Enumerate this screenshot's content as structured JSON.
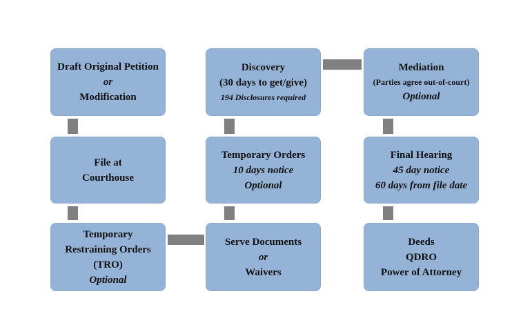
{
  "boxes": {
    "draft_petition": {
      "line1": "Draft Original Petition",
      "line2": "or",
      "line3": "Modification"
    },
    "file_courthouse": {
      "line1": "File at",
      "line2": "Courthouse"
    },
    "tro": {
      "line1": "Temporary",
      "line2": "Restraining Orders",
      "line3": "(TRO)",
      "line4": "Optional"
    },
    "discovery": {
      "line1": "Discovery",
      "line2": "(30 days to get/give)",
      "line3": "194 Disclosures required"
    },
    "temporary_orders": {
      "line1": "Temporary Orders",
      "line2": "10 days notice",
      "line3": "Optional"
    },
    "serve_documents": {
      "line1": "Serve Documents",
      "line2": "or",
      "line3": "Waivers"
    },
    "mediation": {
      "line1": "Mediation",
      "line2": "(Parties agree out-of-court)",
      "line3": "Optional"
    },
    "final_hearing": {
      "line1": "Final Hearing",
      "line2": "45 day notice",
      "line3": "60 days from file date"
    },
    "deeds": {
      "line1": "Deeds",
      "line2": "QDRO",
      "line3": "Power of Attorney"
    }
  },
  "colors": {
    "box_fill": "#95b3d7",
    "connector": "#808080",
    "text": "#111111"
  }
}
